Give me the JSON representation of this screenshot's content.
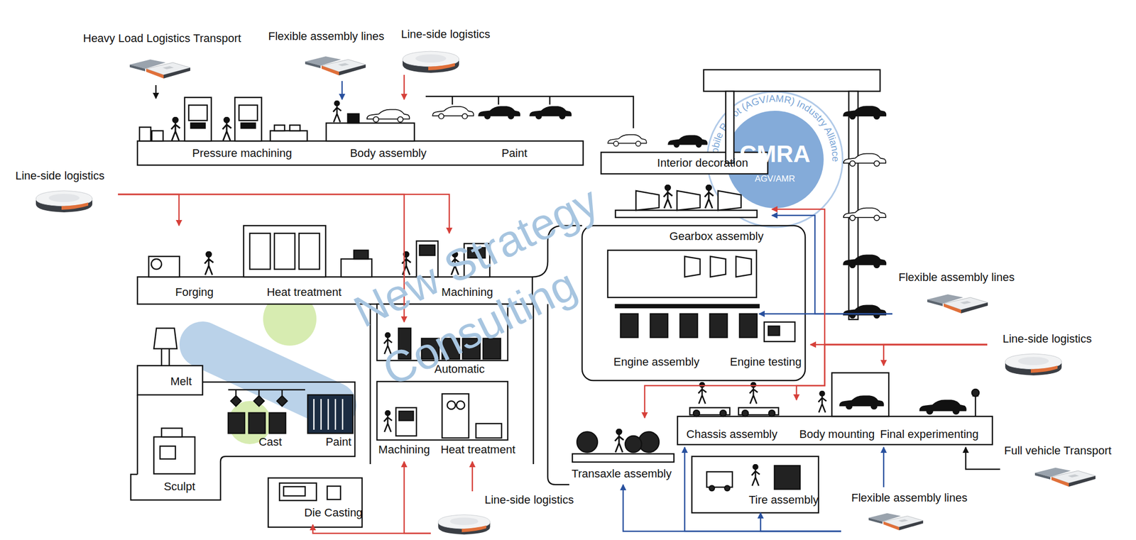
{
  "diagram": {
    "nodes": [
      {
        "text": [
          "Heavy Load Logistics Transport"
        ]
      },
      {
        "text": [
          "Flexible assembly lines"
        ]
      },
      {
        "text": [
          "Line-side logistics"
        ]
      },
      {
        "text": [
          "Pressure machining"
        ]
      },
      {
        "text": [
          "Body assembly"
        ]
      },
      {
        "text": [
          "Paint"
        ]
      },
      {
        "text": [
          "Interior decoration"
        ]
      },
      {
        "text": [
          "Line-side logistics"
        ]
      },
      {
        "text": [
          "Forging"
        ]
      },
      {
        "text": [
          "Heat treatment"
        ]
      },
      {
        "text": [
          "Machining"
        ]
      },
      {
        "text": [
          "Melt"
        ]
      },
      {
        "text": [
          "Cast"
        ]
      },
      {
        "text": [
          "Paint"
        ]
      },
      {
        "text": [
          "Sculpt"
        ]
      },
      {
        "text": [
          "Automatic"
        ]
      },
      {
        "text": [
          "Machining"
        ]
      },
      {
        "text": [
          "Heat treatment"
        ]
      },
      {
        "text": [
          "Die Casting"
        ]
      },
      {
        "text": [
          "Line-side logistics"
        ]
      },
      {
        "text": [
          "Gearbox assembly"
        ]
      },
      {
        "text": [
          "Engine assembly"
        ]
      },
      {
        "text": [
          "Engine testing"
        ]
      },
      {
        "text": [
          "Flexible assembly lines"
        ]
      },
      {
        "text": [
          "Line-side logistics"
        ]
      },
      {
        "text": [
          "Transaxle assembly"
        ]
      },
      {
        "text": [
          "Chassis assembly"
        ]
      },
      {
        "text": [
          "Body mounting"
        ]
      },
      {
        "text": [
          "Final experimenting"
        ]
      },
      {
        "text": [
          "Tire assembly"
        ]
      },
      {
        "text": [
          "Flexible assembly lines"
        ]
      },
      {
        "text": [
          "Full vehicle Transport"
        ]
      }
    ],
    "edges": [
      {
        "from": 0,
        "to": 3,
        "arrow": "to"
      },
      {
        "from": 1,
        "to": 4,
        "arrow": "to"
      },
      {
        "from": 2,
        "to": 4,
        "arrow": "to"
      },
      {
        "from": 7,
        "to": 8,
        "arrow": "to"
      },
      {
        "from": 7,
        "to": 10,
        "arrow": "to"
      },
      {
        "from": 7,
        "to": 15,
        "arrow": "to"
      },
      {
        "from": 19,
        "to": 18,
        "arrow": "to"
      },
      {
        "from": 19,
        "to": 16,
        "arrow": "to"
      },
      {
        "from": 19,
        "to": 17,
        "arrow": "to"
      },
      {
        "from": 23,
        "to": 20,
        "arrow": "to"
      },
      {
        "from": 23,
        "to": 21,
        "arrow": "to"
      },
      {
        "from": 24,
        "to": 20,
        "arrow": "to"
      },
      {
        "from": 24,
        "to": 22,
        "arrow": "to"
      },
      {
        "from": 24,
        "to": 27,
        "arrow": "to"
      },
      {
        "from": 24,
        "to": 26,
        "arrow": "to"
      },
      {
        "from": 24,
        "to": 25,
        "arrow": "to"
      },
      {
        "from": 30,
        "to": 25,
        "arrow": "to"
      },
      {
        "from": 30,
        "to": 26,
        "arrow": "to"
      },
      {
        "from": 30,
        "to": 29,
        "arrow": "to"
      },
      {
        "from": 30,
        "to": 27,
        "arrow": "to"
      },
      {
        "from": 31,
        "to": 28,
        "arrow": "to"
      }
    ],
    "labels": [
      "New Strategy",
      "Consulting",
      "Mobile Robot (AGV/AMR) Industry Alliance",
      "CMRA",
      "AGV/AMR"
    ]
  }
}
